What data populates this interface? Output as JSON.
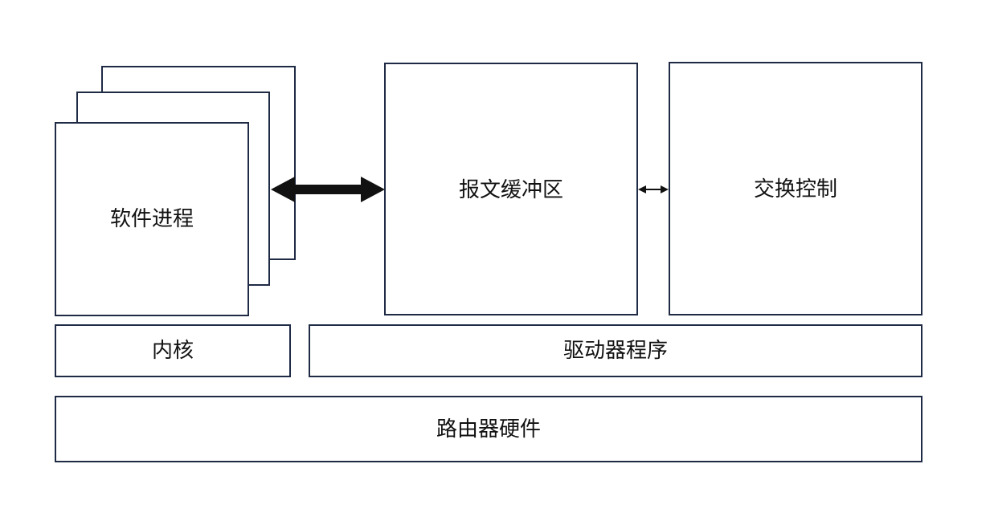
{
  "nodes": {
    "software_process": "软件进程",
    "packet_buffer": "报文缓冲区",
    "switch_control": "交换控制",
    "kernel": "内核",
    "driver": "驱动器程序",
    "router_hardware": "路由器硬件"
  },
  "edges": [
    {
      "from": "software_process",
      "to": "packet_buffer",
      "direction": "bidirectional",
      "style": "thick"
    },
    {
      "from": "packet_buffer",
      "to": "switch_control",
      "direction": "bidirectional",
      "style": "thin"
    }
  ],
  "colors": {
    "stroke": "#1f2a44",
    "arrow": "#111111",
    "background": "#ffffff"
  }
}
